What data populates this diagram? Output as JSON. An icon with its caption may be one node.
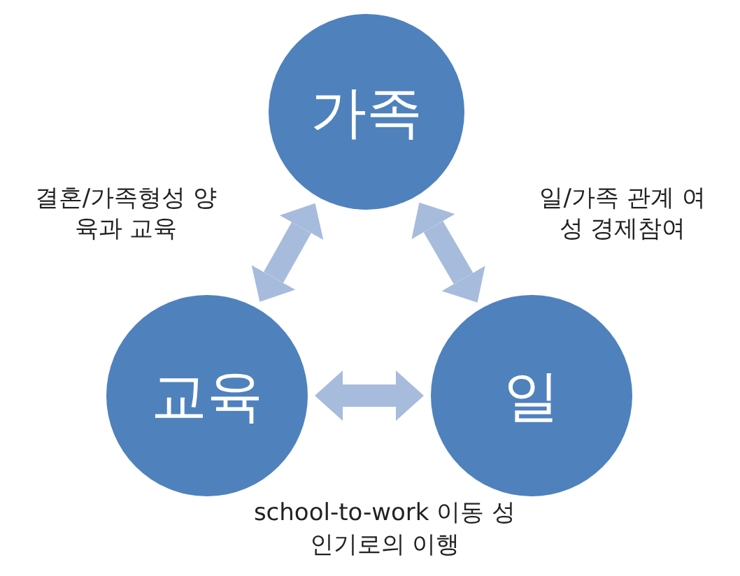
{
  "diagram": {
    "nodes": [
      {
        "text": [
          "가족"
        ]
      },
      {
        "text": [
          "교육"
        ]
      },
      {
        "text": [
          "일"
        ]
      }
    ],
    "edges": [
      {
        "from": 0,
        "to": 1,
        "arrow": "both",
        "label": "결혼/가족형성 양육과 교육"
      },
      {
        "from": 0,
        "to": 2,
        "arrow": "both",
        "label": "일/가족 관계 여성 경제참여"
      },
      {
        "from": 1,
        "to": 2,
        "arrow": "both",
        "label": "school-to-work 이동 성인기로의 이행"
      }
    ]
  }
}
